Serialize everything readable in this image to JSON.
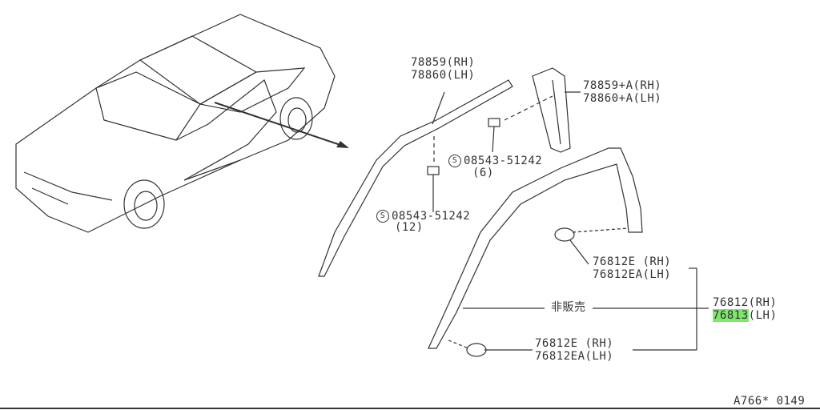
{
  "labels": {
    "moulding_rh": "78859(RH)",
    "moulding_lh": "78860(LH)",
    "moulding_a_rh": "78859+A(RH)",
    "moulding_a_lh": "78860+A(LH)",
    "screw_symbol": "S",
    "screw_upper": "08543-51242",
    "screw_upper_qty": "(6)",
    "screw_lower": "08543-51242",
    "screw_lower_qty": "(12)",
    "clip_upper_rh": "76812E (RH)",
    "clip_upper_lh": "76812EA(LH)",
    "not_for_sale": "非販売",
    "weatherstrip_rh": "76812(RH)",
    "weatherstrip_lh_highlight": "76813",
    "weatherstrip_lh_suffix": "(LH)",
    "clip_lower_rh": "76812E (RH)",
    "clip_lower_lh": "76812EA(LH)",
    "figure_code": "A766* 0149"
  },
  "highlight_color": "#7de86a"
}
